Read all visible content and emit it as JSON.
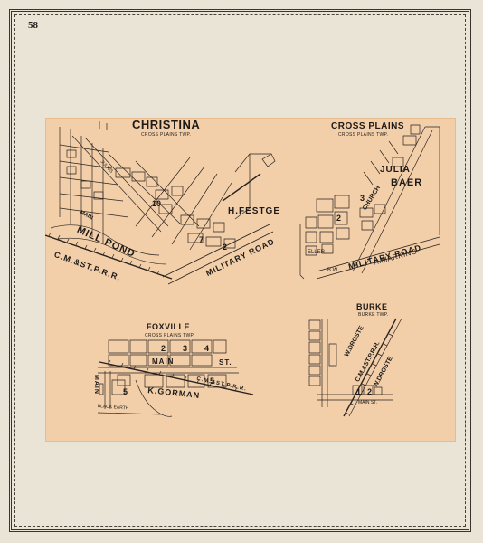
{
  "page": {
    "number": "58"
  },
  "maps": {
    "christina": {
      "title": "CHRISTINA",
      "subtitle": "CROSS PLAINS TWP.",
      "labels": {
        "owner": "H.FESTGE",
        "railroad": "C.M.&ST.P.R.R.",
        "pond": "MILL POND",
        "road": "MILITARY ROAD",
        "street_a": "JULIUS",
        "street_b": "MAIN"
      }
    },
    "cross_plains": {
      "title": "CROSS PLAINS",
      "subtitle": "CROSS PLAINS TWP.",
      "labels": {
        "owner_a": "JULIA",
        "owner_b": "BAER",
        "street": "CHURCH",
        "road": "MILITARY ROAD",
        "owner_c": "A.MARKING",
        "owner_d": "ELLER",
        "owner_e": "B.W."
      }
    },
    "foxville": {
      "title": "FOXVILLE",
      "subtitle": "CROSS PLAINS TWP.",
      "labels": {
        "street_a": "MAIN",
        "street_b": "MAIN",
        "street_c": "ST.",
        "railroad": "C.M.&ST.P.R.R.",
        "owner": "K.GORMAN",
        "earth": "BLACK EARTH"
      }
    },
    "burke": {
      "title": "BURKE",
      "subtitle": "BURKE TWP.",
      "labels": {
        "owner_a": "W.DROSTE",
        "railroad": "C.M.&ST.P.R.R.",
        "owner_b": "W.DROSTE",
        "street": "MAIN ST."
      }
    }
  },
  "colors": {
    "paper": "#eae4d6",
    "map_sheet": "#f2cfa9",
    "ink": "#1e1a18"
  }
}
